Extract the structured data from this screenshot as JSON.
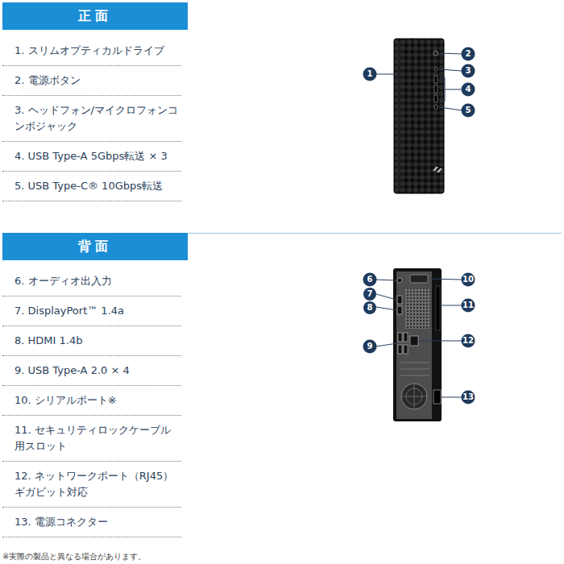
{
  "diagram": {
    "caption": "※実際の製品と異なる場合があります。",
    "nodes": [
      {
        "text": [
          "正面"
        ]
      },
      {
        "text": [
          "背面"
        ]
      }
    ],
    "labels": [
      "1. スリムオプティカルドライブ",
      "2. 電源ボタン",
      "3. ヘッドフォン/マイクロフォンコンボジャック",
      "4. USB Type-A 5Gbps転送 × 3",
      "5. USB Type-C® 10Gbps転送",
      "6. オーディオ出入力",
      "7. DisplayPort™ 1.4a",
      "8. HDMI 1.4b",
      "9. USB Type-A 2.0 × 4",
      "10. シリアルポート※",
      "11. セキュリティロックケーブル用スロット",
      "12. ネットワークポート（RJ45）ギガビット対応",
      "13. 電源コネクター",
      "1",
      "2",
      "3",
      "4",
      "5",
      "6",
      "7",
      "8",
      "9",
      "10",
      "11",
      "12",
      "13"
    ]
  }
}
